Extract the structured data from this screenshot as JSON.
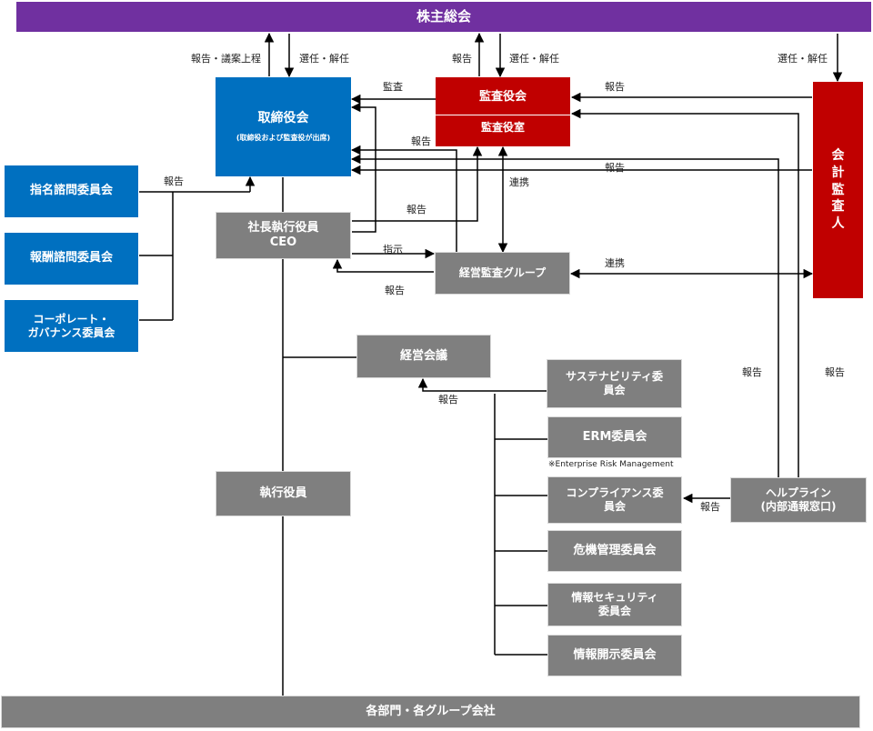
{
  "shareholders": "株主総会",
  "board": {
    "title": "取締役会",
    "subtitle": "(取締役および監査役が出席)"
  },
  "auditors": {
    "title": "監査役会",
    "office": "監査役室"
  },
  "accounting_auditor": "会\n計\n監\n査\n人",
  "nomination": "指名諮問委員会",
  "remuneration": "報酬諮問委員会",
  "governance": "コーポレート・\nガバナンス委員会",
  "president": "社長執行役員\nCEO",
  "audit_group": "経営監査グループ",
  "management_meeting": "経営会議",
  "executive_officers": "執行役員",
  "committees": {
    "sustainability": "サステナビリティ委\n員会",
    "erm": "ERM委員会",
    "erm_note": "※Enterprise Risk Management",
    "compliance": "コンプライアンス委\n員会",
    "crisis": "危機管理委員会",
    "info_security": "情報セキュリティ\n委員会",
    "disclosure": "情報開示委員会"
  },
  "helpline": "ヘルプライン\n(内部通報窓口)",
  "departments": "各部門・各グループ会社",
  "labels": {
    "report_propose": "報告・議案上程",
    "elect_dismiss": "選任・解任",
    "report": "報告",
    "audit": "監査",
    "cooperation": "連携",
    "instruction": "指示"
  }
}
